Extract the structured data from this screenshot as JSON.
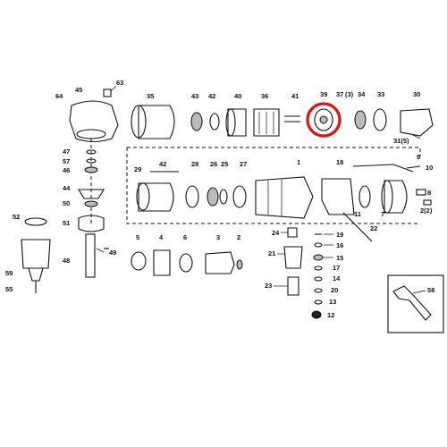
{
  "labels": {
    "l64": "64",
    "l45": "45",
    "l63": "63",
    "l35": "35",
    "l43": "43",
    "l42a": "42",
    "l40": "40",
    "l36": "36",
    "l41": "41",
    "l39": "39",
    "l37": "37",
    "l3": "(3)",
    "l34": "34",
    "l33": "33",
    "l30": "30",
    "l31": "31(5)",
    "l47": "47",
    "l57": "57",
    "l46": "46",
    "l44": "44",
    "l50": "50",
    "l51": "51",
    "l48": "48",
    "l49": "49",
    "l52": "52",
    "l59": "59",
    "l55": "55",
    "l29": "29",
    "l42b": "42",
    "l28": "28",
    "l26": "26",
    "l25": "25",
    "l27": "27",
    "l1": "1",
    "l18": "18",
    "l9": "9",
    "l10": "10",
    "l11": "11",
    "l7": "7",
    "l8": "8",
    "l22": "22",
    "l2": "2(2)",
    "l5": "5",
    "l4": "4",
    "l6": "6",
    "l3b": "3",
    "l2b": "2",
    "l24": "24",
    "l21": "21",
    "l23": "23",
    "l19": "19",
    "l16": "16",
    "l15": "15",
    "l17": "17",
    "l14": "14",
    "l20": "20",
    "l13": "13",
    "l12": "12",
    "l58": "58"
  },
  "highlight": {
    "target": "39",
    "color": "#e01010"
  }
}
